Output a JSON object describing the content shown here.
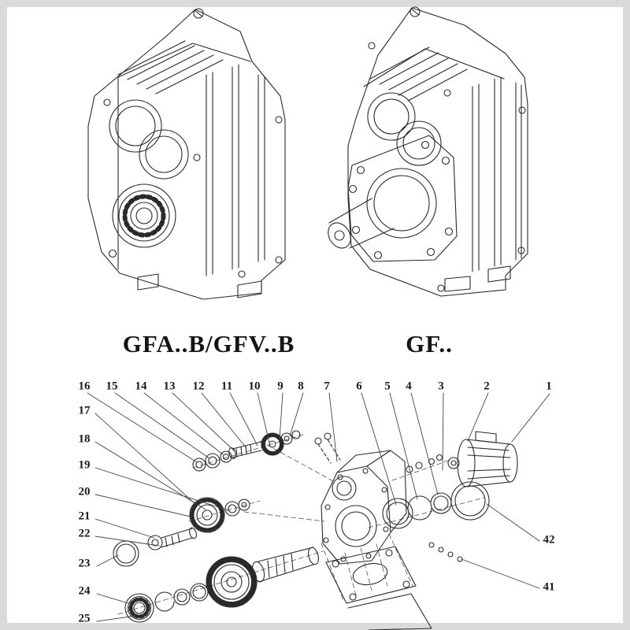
{
  "captions": {
    "left": "GFA..B/GFV..B",
    "right": "GF.."
  },
  "exploded": {
    "top_numbers": [
      "16",
      "15",
      "14",
      "13",
      "12",
      "11",
      "10",
      "9",
      "8",
      "7",
      "6",
      "5",
      "4",
      "3",
      "2",
      "1"
    ],
    "left_numbers": [
      "17",
      "18",
      "19",
      "20",
      "21",
      "22",
      "23",
      "24",
      "25"
    ],
    "right_numbers": [
      "42",
      "41"
    ]
  },
  "colors": {
    "line": "#2a2a2a",
    "page_border": "#dadada",
    "background": "#ffffff"
  }
}
